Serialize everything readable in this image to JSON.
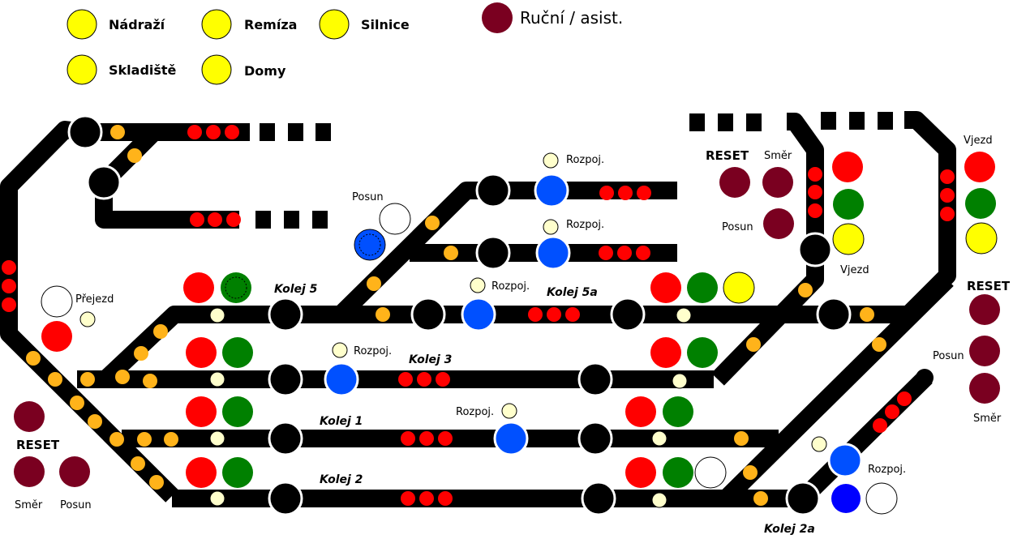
{
  "legend": {
    "items": [
      "Nádraží",
      "Remíza",
      "Silnice",
      "Skladiště",
      "Domy"
    ],
    "manual": "Ruční / asist."
  },
  "labels": {
    "posun": "Posun",
    "rozpoj": "Rozpoj.",
    "prejezd": "Přejezd",
    "reset": "RESET",
    "smer": "Směr",
    "vjezd": "Vjezd"
  },
  "tracks": {
    "kolej5": "Kolej 5",
    "kolej5a": "Kolej 5a",
    "kolej3": "Kolej 3",
    "kolej1": "Kolej 1",
    "kolej2": "Kolej 2",
    "kolej2a": "Kolej 2a"
  },
  "colors": {
    "track": "#000000",
    "occupied": "#ff0000",
    "route": "#ffb31a",
    "switch_indicator": "#ffffcc",
    "uncouple": "#0050ff",
    "signal_red": "#ff0000",
    "signal_green": "#008000",
    "signal_yellow": "#ffff00",
    "button": "#7a0020",
    "legend_light": "#ffff00"
  }
}
